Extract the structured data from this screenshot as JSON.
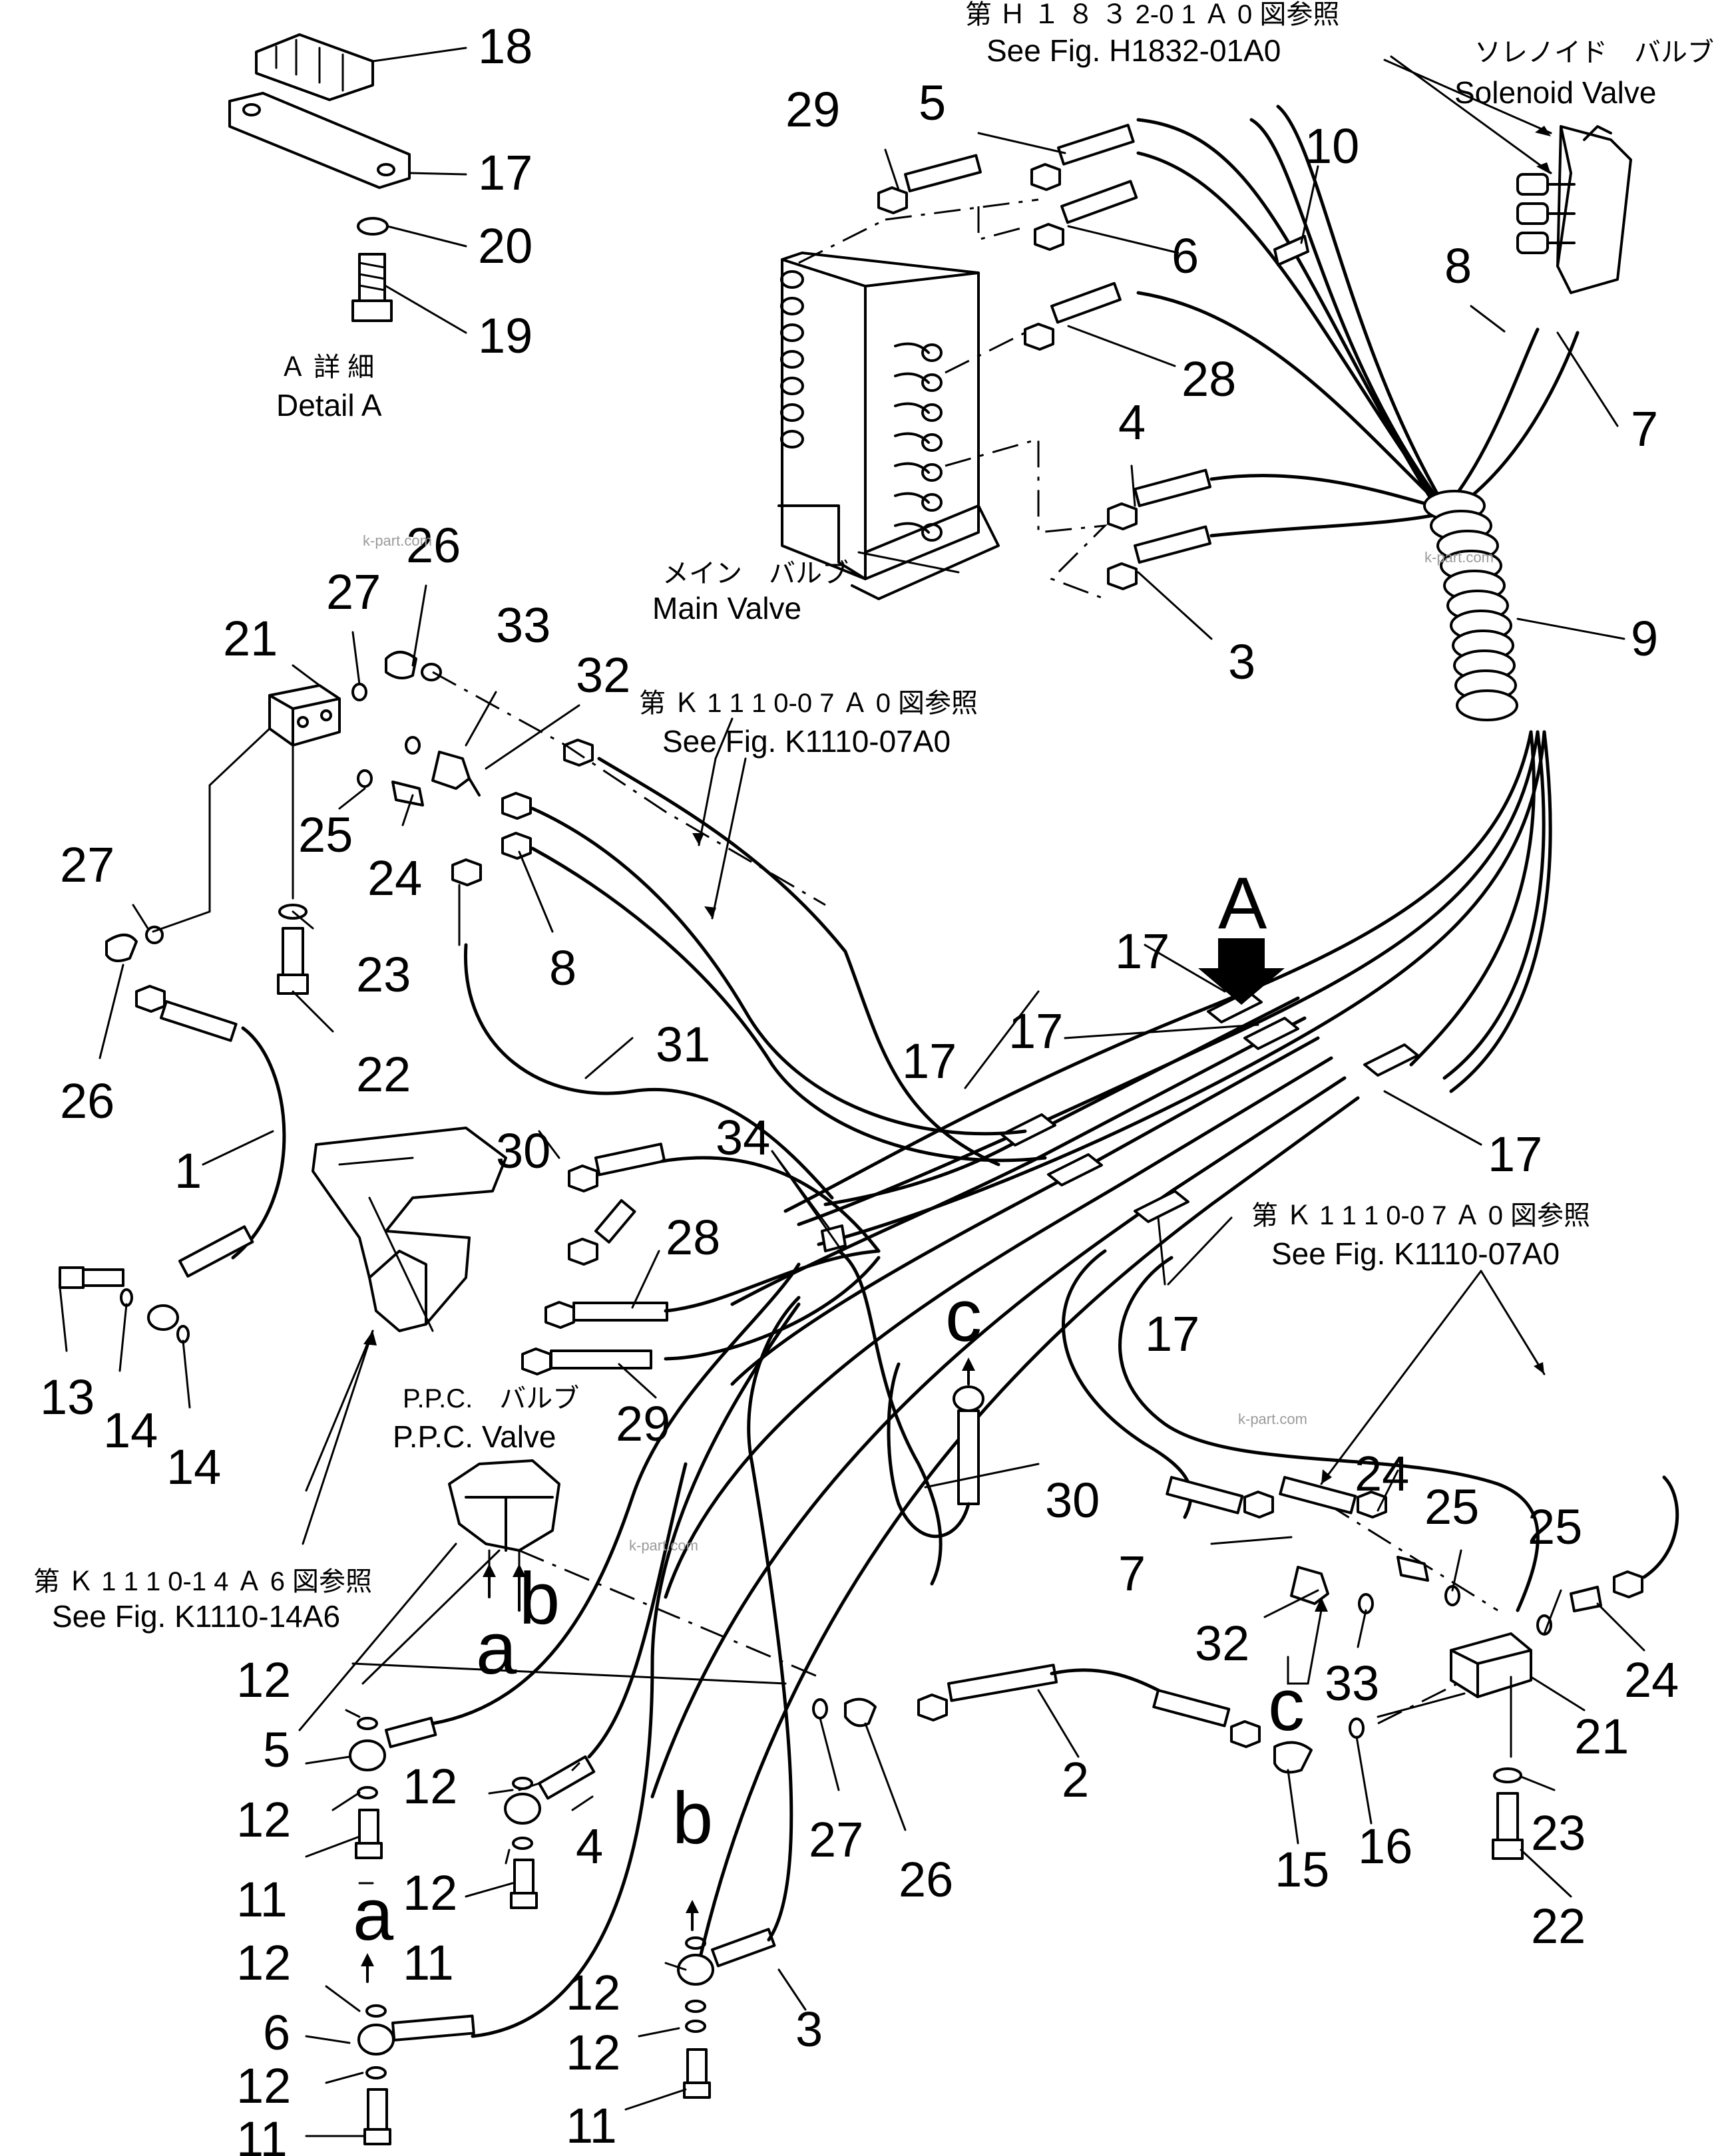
{
  "labels": {
    "n1": "1",
    "n2": "2",
    "n3a": "3",
    "n3b": "3",
    "n4a": "4",
    "n4b": "4",
    "n5a": "5",
    "n5b": "5",
    "n6a": "6",
    "n6b": "6",
    "n7a": "7",
    "n7b": "7",
    "n8a": "8",
    "n8b": "8",
    "n9": "9",
    "n10": "10",
    "n11a": "11",
    "n11b": "11",
    "n11c": "11",
    "n11d": "11",
    "n12a": "12",
    "n12b": "12",
    "n12c": "12",
    "n12d": "12",
    "n12e": "12",
    "n12f": "12",
    "n12g": "12",
    "n12h": "12",
    "n13": "13",
    "n14a": "14",
    "n14b": "14",
    "n15": "15",
    "n16": "16",
    "n17a": "17",
    "n17b": "17",
    "n17c": "17",
    "n17d": "17",
    "n17e": "17",
    "n17f": "17",
    "n18": "18",
    "n19": "19",
    "n20": "20",
    "n21a": "21",
    "n21b": "21",
    "n22a": "22",
    "n22b": "22",
    "n23a": "23",
    "n23b": "23",
    "n24a": "24",
    "n24b": "24",
    "n24c": "24",
    "n25a": "25",
    "n25b": "25",
    "n25c": "25",
    "n26a": "26",
    "n26b": "26",
    "n26c": "26",
    "n27a": "27",
    "n27b": "27",
    "n27c": "27",
    "n28a": "28",
    "n28b": "28",
    "n29a": "29",
    "n29b": "29",
    "n30a": "30",
    "n30b": "30",
    "n31": "31",
    "n32a": "32",
    "n32b": "32",
    "n33a": "33",
    "n33b": "33",
    "n34": "34"
  },
  "letters": {
    "A": "A",
    "a1": "a",
    "a2": "a",
    "b1": "b",
    "b2": "b",
    "c1": "c",
    "c2": "c"
  },
  "callouts": {
    "h1832_jp": "第 Ｈ １ ８ ３ 2-0 1 Ａ 0 図参照",
    "h1832_en": "See Fig. H1832-01A0",
    "solenoid_jp": "ソレノイド　バルブ",
    "solenoid_en": "Solenoid Valve",
    "detail_jp": "Ａ 詳 細",
    "detail_en": "Detail A",
    "mainvalve_jp": "メイン　バルブ",
    "mainvalve_en": "Main Valve",
    "k1110a_jp": "第 Ｋ 1 1 1 0-0 7 Ａ 0 図参照",
    "k1110a_en": "See Fig. K1110-07A0",
    "k1110b_jp": "第 Ｋ 1 1 1 0-0 7 Ａ 0 図参照",
    "k1110b_en": "See Fig. K1110-07A0",
    "ppc_jp": "P.P.C.　バルブ",
    "ppc_en": "P.P.C. Valve",
    "k1110c_jp": "第 Ｋ 1 1 1 0-1 4 Ａ 6 図参照",
    "k1110c_en": "See Fig. K1110-14A6"
  },
  "watermarks": {
    "w1": "k-part.com",
    "w2": "k-part.com",
    "w3": "k-part.com",
    "w4": "k-part.com"
  }
}
